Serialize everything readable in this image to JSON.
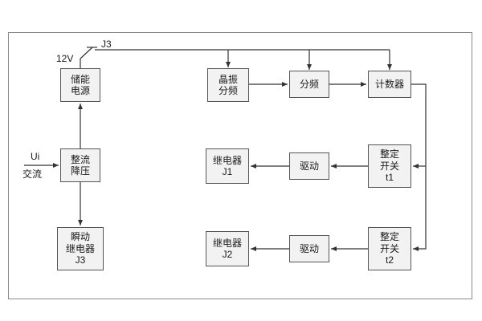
{
  "diagram": {
    "description": "relay timing logic block diagram",
    "colors": {
      "line": "#333333",
      "box_fill": "#f2f2f2",
      "box_border": "#555555",
      "frame_border": "#8a8a8a"
    },
    "labels": {
      "switch_name": "J3",
      "supply_voltage": "12V",
      "input_signal": "Ui",
      "input_type": "交流"
    },
    "nodes": {
      "storage_power": "储能\n电源",
      "crystal_divider": "晶振\n分频",
      "divider": "分频",
      "counter": "计数器",
      "rectifier": "整流\n降压",
      "relay_j1": "继电器\nJ1",
      "drive_top": "驱动",
      "setting_switch_t1": "整定\n开关\nt1",
      "instant_relay_j3": "瞬动\n继电器\nJ3",
      "relay_j2": "继电器\nJ2",
      "drive_bottom": "驱动",
      "setting_switch_t2": "整定\n开关\nt2"
    }
  }
}
